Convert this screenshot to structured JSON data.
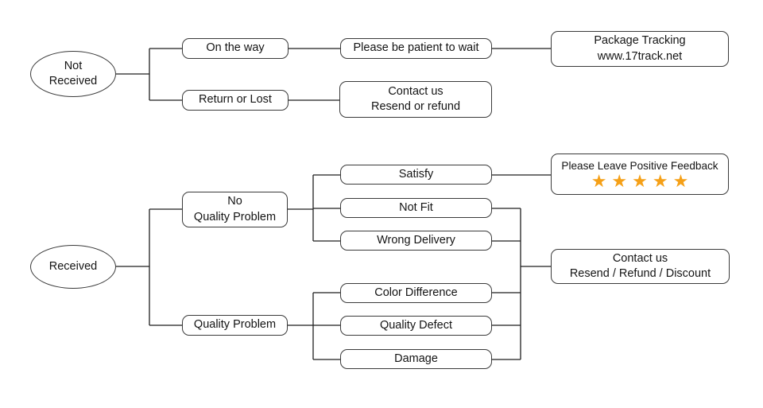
{
  "colors": {
    "background": "#ffffff",
    "node_border": "#3a3a3a",
    "connector": "#1f1f1f",
    "text": "#141414",
    "star": "#F5A017"
  },
  "nodes": {
    "not_received": "Not\nReceived",
    "on_the_way": "On the way",
    "please_be_patient": "Please be patient to wait",
    "package_tracking": "Package Tracking\nwww.17track.net",
    "return_or_lost": "Return or Lost",
    "contact_resend_refund": "Contact us\nResend or refund",
    "received": "Received",
    "no_quality_problem": "No\nQuality Problem",
    "quality_problem": "Quality Problem",
    "satisfy": "Satisfy",
    "not_fit": "Not Fit",
    "wrong_delivery": "Wrong Delivery",
    "color_difference": "Color Difference",
    "quality_defect": "Quality Defect",
    "damage": "Damage",
    "positive_feedback_title": "Please Leave Positive Feedback",
    "positive_feedback_stars": "★★★★★",
    "contact_resend_refund_discount": "Contact us\nResend / Refund / Discount"
  }
}
